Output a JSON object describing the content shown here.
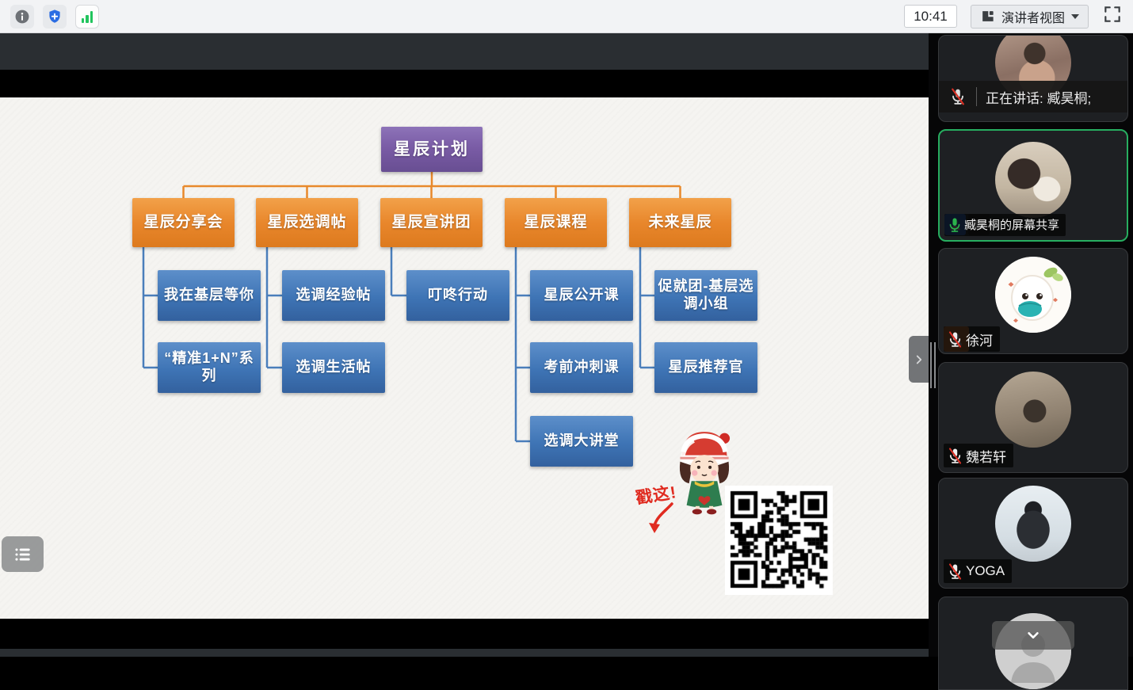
{
  "toolbar": {
    "time": "10:41",
    "view_mode_label": "演讲者视图",
    "icons": [
      "info-icon",
      "shield-plus-icon",
      "network-signal-icon",
      "speaker-view-icon",
      "fullscreen-icon"
    ]
  },
  "diagram": {
    "root": "星辰计划",
    "branches": [
      {
        "label": "星辰分享会",
        "children": [
          "我在基层等你",
          "“精准1+N”系列"
        ]
      },
      {
        "label": "星辰选调帖",
        "children": [
          "选调经验帖",
          "选调生活帖"
        ]
      },
      {
        "label": "星辰宣讲团",
        "children": [
          "叮咚行动"
        ]
      },
      {
        "label": "星辰课程",
        "children": [
          "星辰公开课",
          "考前冲刺课",
          "选调大讲堂"
        ]
      },
      {
        "label": "未来星辰",
        "children": [
          "促就团-基层选调小组",
          "星辰推荐官"
        ]
      }
    ],
    "sticker_text": "戳这!",
    "qr_code": "qr-code-image"
  },
  "sidebar": {
    "tiles": [
      {
        "banner": "正在讲话: 臧昊桐;",
        "mic": "muted"
      },
      {
        "name": "臧昊桐的屏幕共享",
        "mic": "on",
        "active_speaker": true,
        "badges": [
          "user-badge-blue",
          "screen-share-badge"
        ]
      },
      {
        "name": "徐河",
        "mic": "muted",
        "badges": [
          "user-badge-orange"
        ]
      },
      {
        "name": "魏若轩",
        "mic": "muted"
      },
      {
        "name": "YOGA",
        "mic": "muted"
      },
      {
        "name": "",
        "more_below": true
      }
    ]
  },
  "colors": {
    "node_purple": "#7A5CA6",
    "node_orange": "#E8862B",
    "node_blue": "#3E74B5",
    "connector_orange": "#E8892B",
    "connector_blue": "#4A7EBB",
    "active_border_green": "#27AE60",
    "badge_blue": "#2372F0",
    "badge_orange": "#ED7B2F",
    "mic_green": "#2BB24C",
    "mute_red": "#D93025",
    "signal_green": "#21C45D",
    "shield_blue": "#2B6DE3",
    "sticker_red": "#E02B20"
  }
}
